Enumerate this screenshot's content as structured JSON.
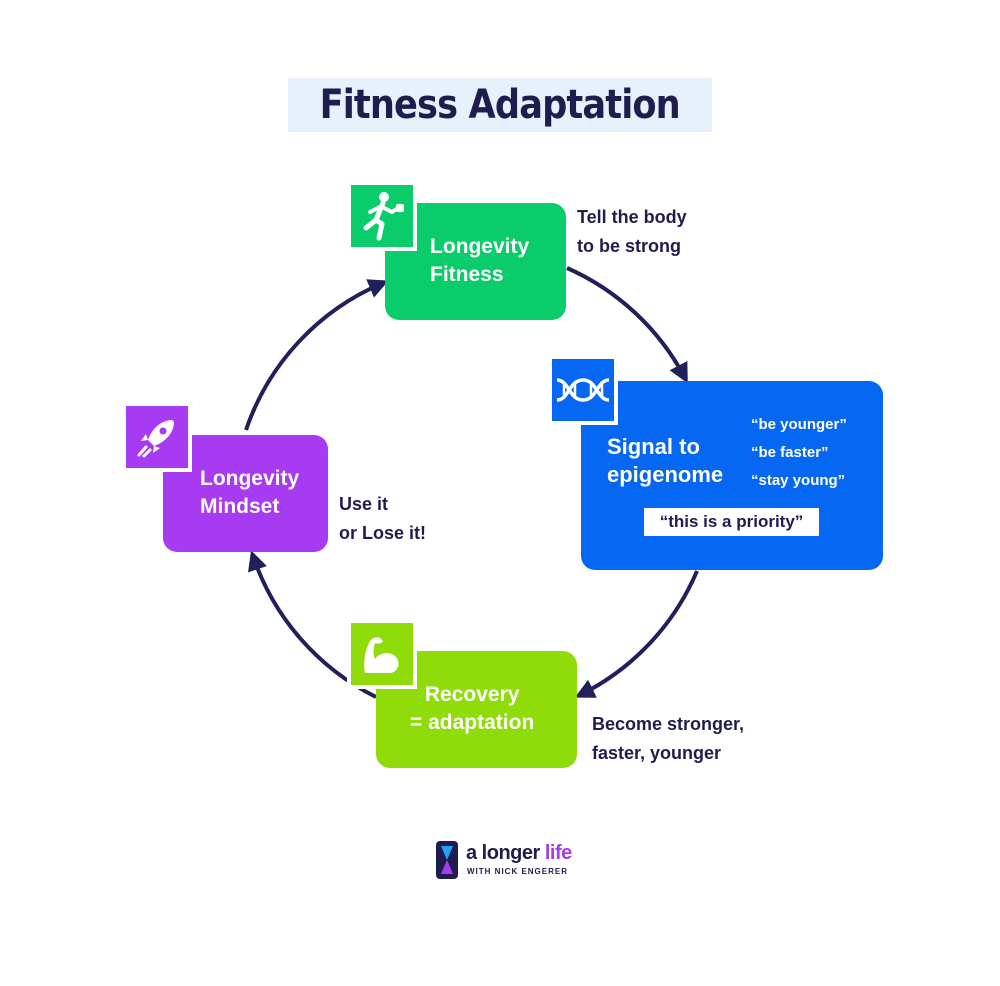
{
  "title": "Fitness Adaptation",
  "nodes": {
    "fitness": {
      "line1": "Longevity",
      "line2": "Fitness",
      "color": "#0bcc6b",
      "icon": "running-person-icon"
    },
    "signal": {
      "line1": "Signal to",
      "line2": "epigenome",
      "color": "#0667f2",
      "icon": "dna-icon",
      "quotes": [
        "“be younger”",
        "“be faster”",
        "“stay young”"
      ],
      "priority": "“this is a priority”"
    },
    "recovery": {
      "line1": "Recovery",
      "line2": "= adaptation",
      "color": "#8fdc0a",
      "icon": "flexed-bicep-icon"
    },
    "mindset": {
      "line1": "Longevity",
      "line2": "Mindset",
      "color": "#a63bf2",
      "icon": "rocket-icon"
    }
  },
  "notes": {
    "fitness": {
      "line1": "Tell the body",
      "line2": "to be strong"
    },
    "mindset": {
      "line1": "Use it",
      "line2": "or Lose it!"
    },
    "recovery": {
      "line1": "Become stronger,",
      "line2": "faster, younger"
    }
  },
  "logo": {
    "main_a": "a longer ",
    "main_b": "life",
    "sub": "WITH NICK ENGERER"
  },
  "colors": {
    "text": "#1f1d4d",
    "arrow": "#22205a",
    "title_bg": "#e6f1fb"
  }
}
